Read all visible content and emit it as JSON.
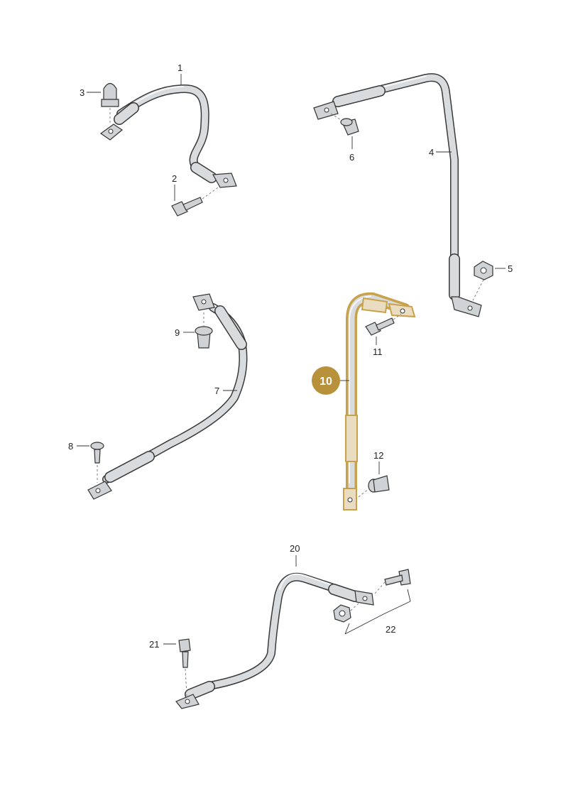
{
  "labels": {
    "p1": "1",
    "p2": "2",
    "p3": "3",
    "p4": "4",
    "p5": "5",
    "p6": "6",
    "p7": "7",
    "p8": "8",
    "p9": "9",
    "p10": "10",
    "p11": "11",
    "p12": "12",
    "p20": "20",
    "p21": "21",
    "p22": "22"
  },
  "colors": {
    "highlight": "#c8a24a",
    "badge": "#b8923a",
    "cable": "#d9dcdf",
    "outline": "#3a3a3a"
  },
  "highlighted_part": "10"
}
